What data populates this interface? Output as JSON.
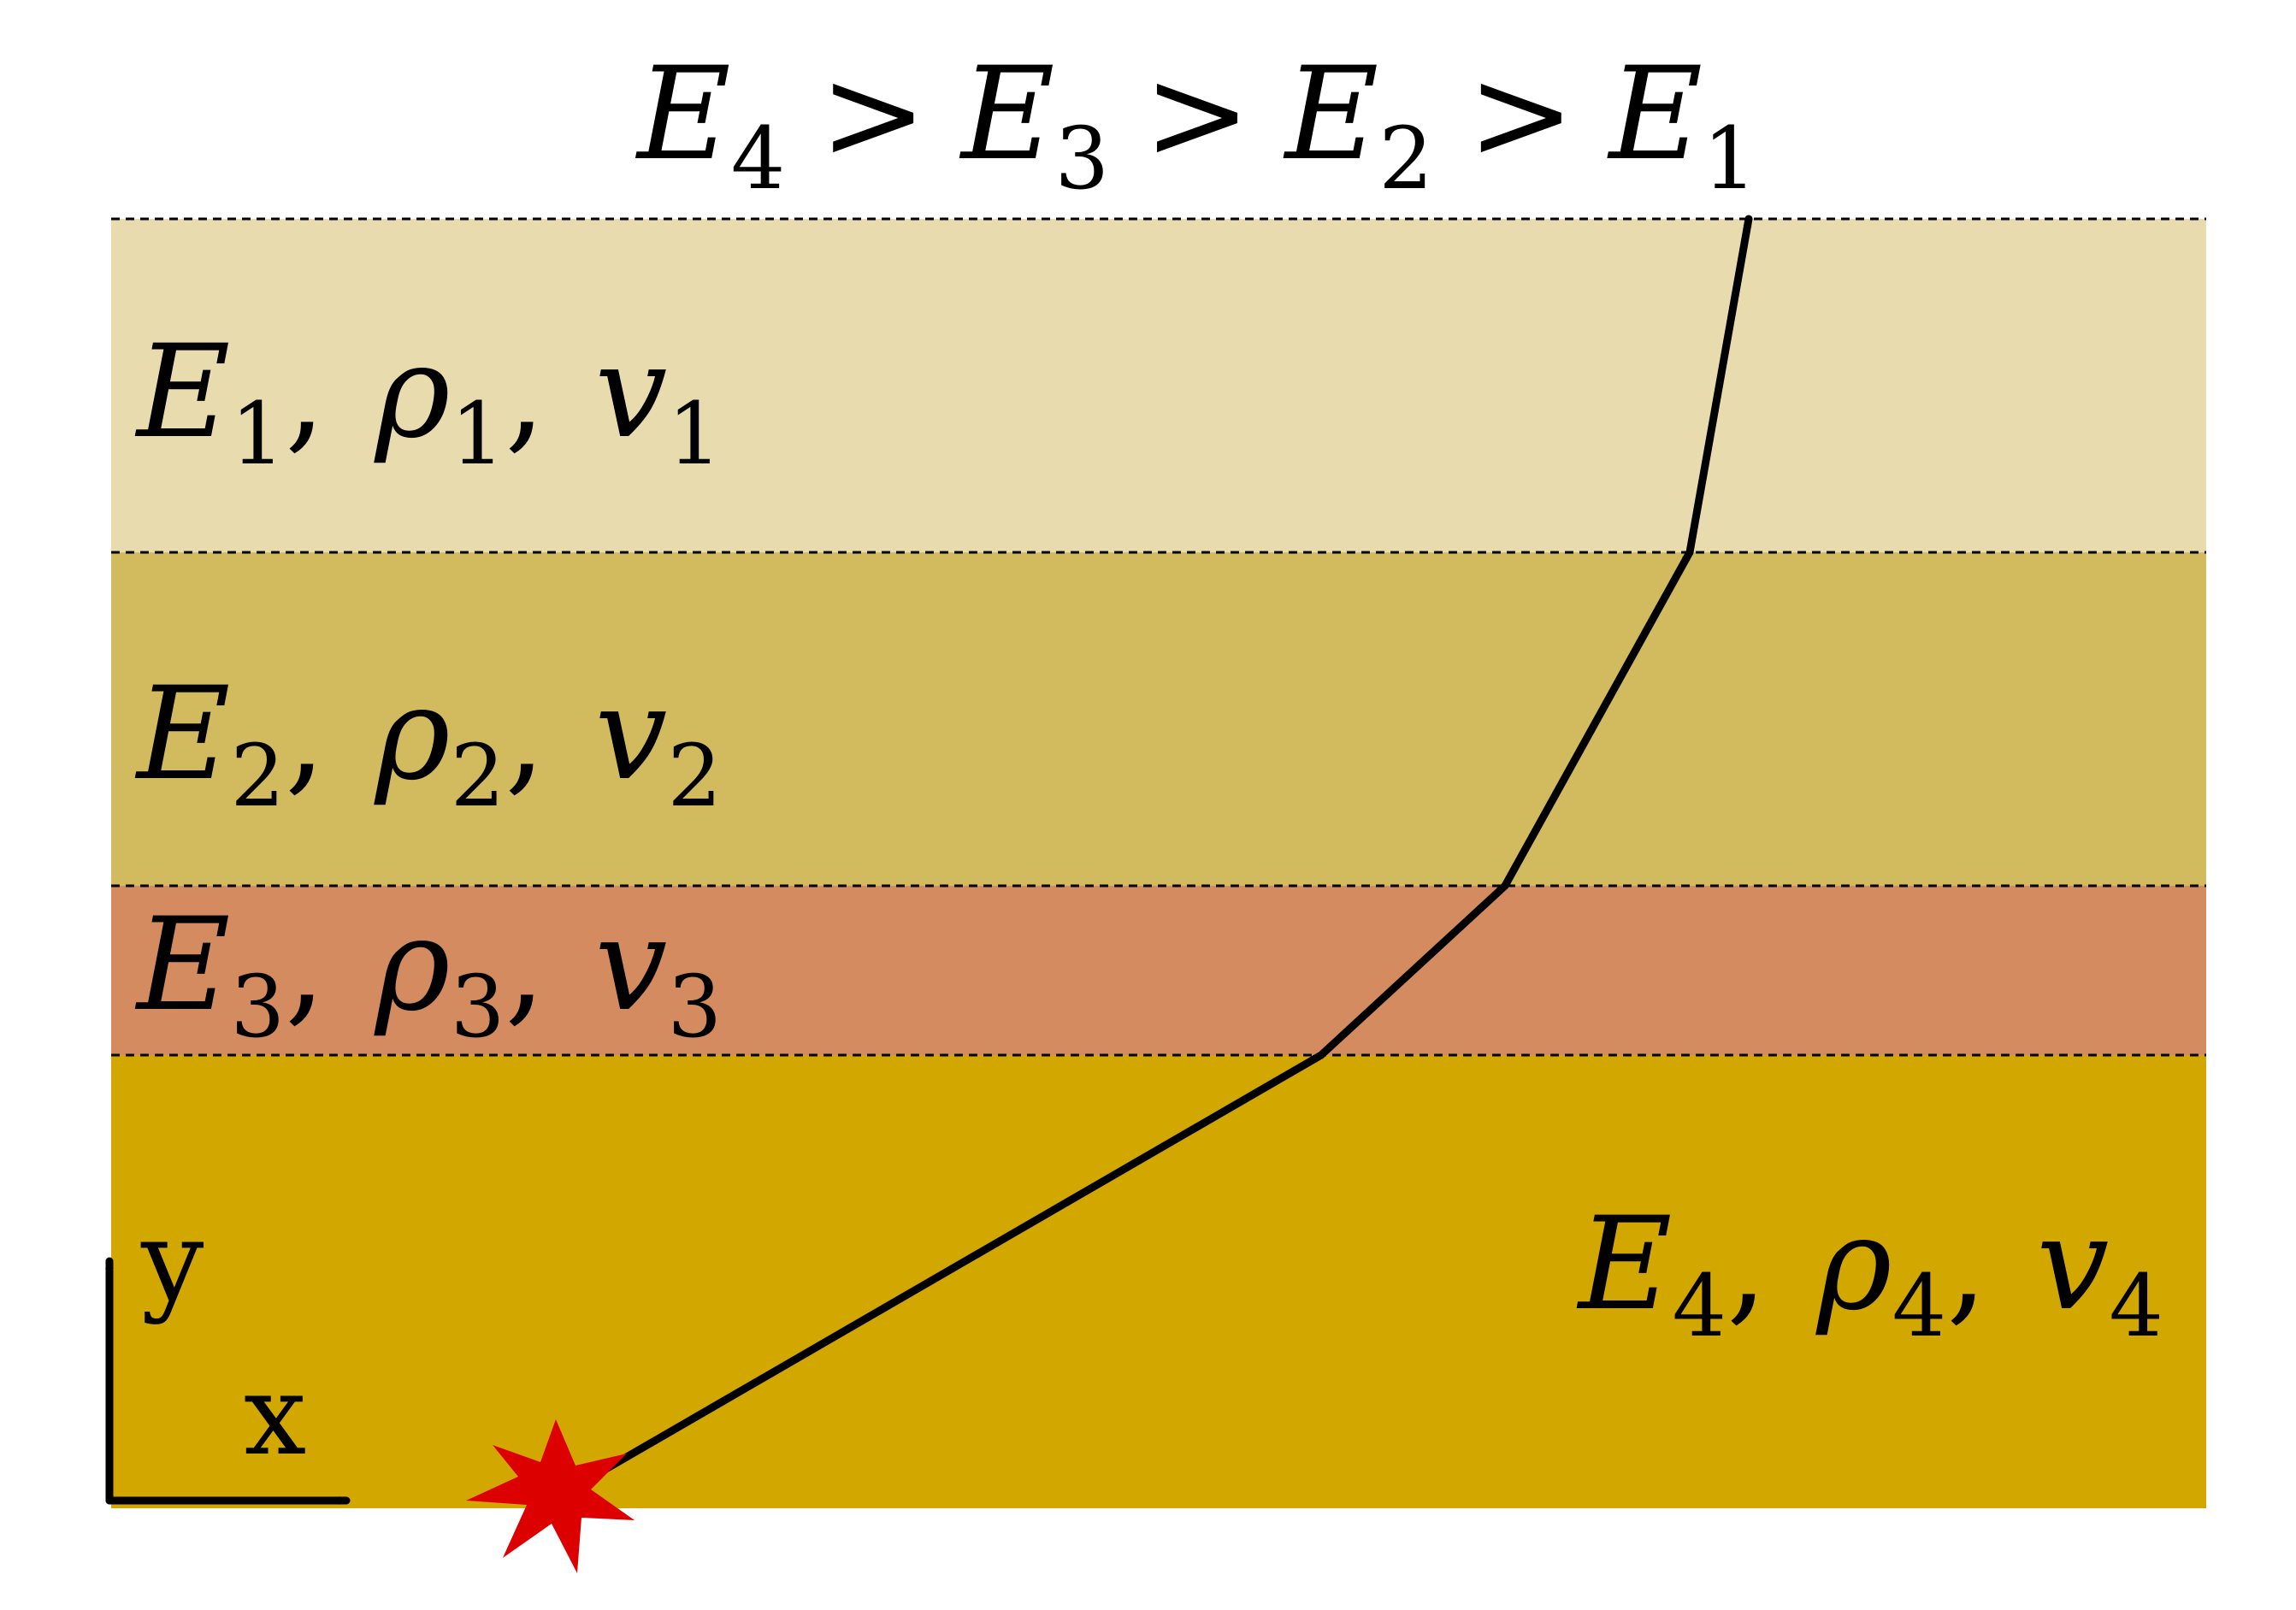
{
  "ordering": {
    "terms": [
      {
        "sym": "E",
        "sub": "4"
      },
      {
        "sym": "E",
        "sub": "3"
      },
      {
        "sym": "E",
        "sub": "2"
      },
      {
        "sym": "E",
        "sub": "1"
      }
    ],
    "relation": ">"
  },
  "layers": [
    {
      "color": "#E8DCAF",
      "label": [
        {
          "sym": "E",
          "sub": "1"
        },
        {
          "sym": "ρ",
          "sub": "1"
        },
        {
          "sym": "v",
          "sub": "1"
        }
      ]
    },
    {
      "color": "#D2BA5F",
      "label": [
        {
          "sym": "E",
          "sub": "2"
        },
        {
          "sym": "ρ",
          "sub": "2"
        },
        {
          "sym": "v",
          "sub": "2"
        }
      ]
    },
    {
      "color": "#D38B5F",
      "label": [
        {
          "sym": "E",
          "sub": "3"
        },
        {
          "sym": "ρ",
          "sub": "3"
        },
        {
          "sym": "v",
          "sub": "3"
        }
      ]
    },
    {
      "color": "#D2A800",
      "label": [
        {
          "sym": "E",
          "sub": "4"
        },
        {
          "sym": "ρ",
          "sub": "4"
        },
        {
          "sym": "v",
          "sub": "4"
        }
      ]
    }
  ],
  "separator": ",",
  "axes": {
    "x_label": "x",
    "y_label": "y"
  },
  "source_color": "#DD0000"
}
